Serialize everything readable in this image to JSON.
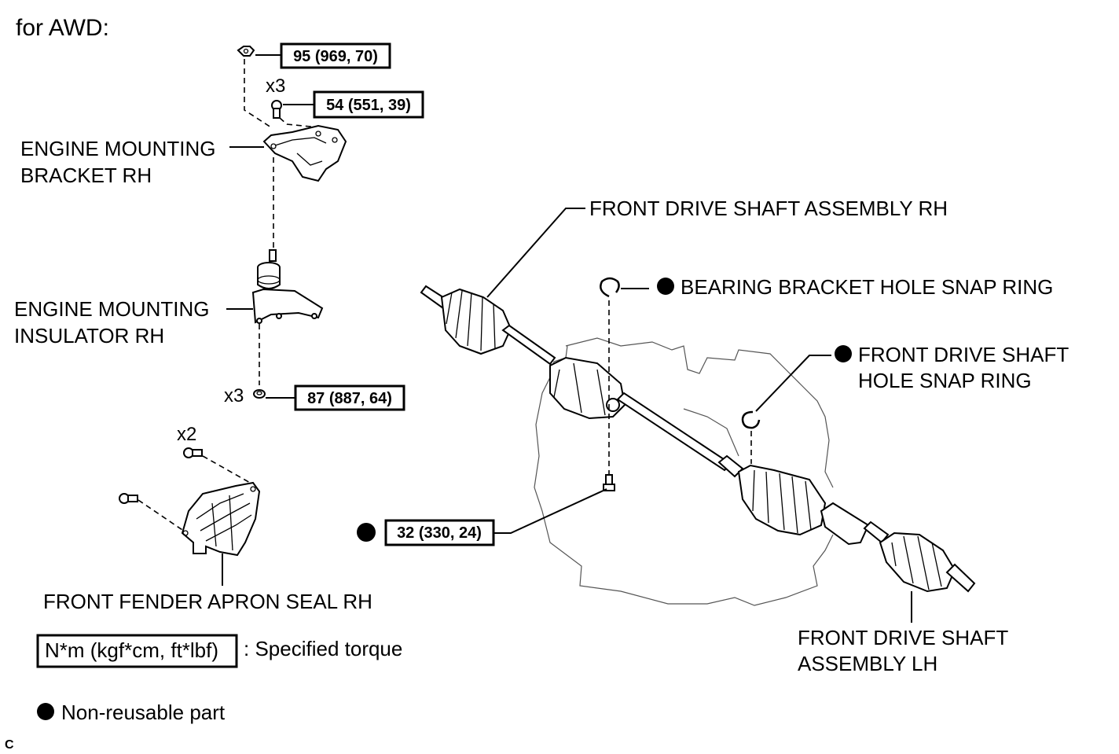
{
  "heading": "for AWD:",
  "labels": {
    "bracket_l1": "ENGINE MOUNTING",
    "bracket_l2": "BRACKET RH",
    "insulator_l1": "ENGINE MOUNTING",
    "insulator_l2": "INSULATOR RH",
    "apron": "FRONT FENDER APRON SEAL RH",
    "shaft_rh": "FRONT DRIVE SHAFT ASSEMBLY RH",
    "bearing_ring": "BEARING BRACKET HOLE SNAP RING",
    "hole_ring_l1": "FRONT DRIVE SHAFT",
    "hole_ring_l2": "HOLE SNAP RING",
    "shaft_lh_l1": "FRONT DRIVE SHAFT",
    "shaft_lh_l2": "ASSEMBLY LH"
  },
  "torques": {
    "nut_top": "95 (969, 70)",
    "bracket_bolts": "54 (551, 39)",
    "insulator_nuts": "87 (887, 64)",
    "bearing_bolt": "32 (330, 24)"
  },
  "counts": {
    "bracket_bolts": "x3",
    "insulator_nuts": "x3",
    "apron_bolts": "x2"
  },
  "legend": {
    "torque_unit": "N*m (kgf*cm, ft*lbf)",
    "torque_text": ": Specified torque",
    "nonreusable_text": "Non-reusable part"
  },
  "corner_mark": "C"
}
